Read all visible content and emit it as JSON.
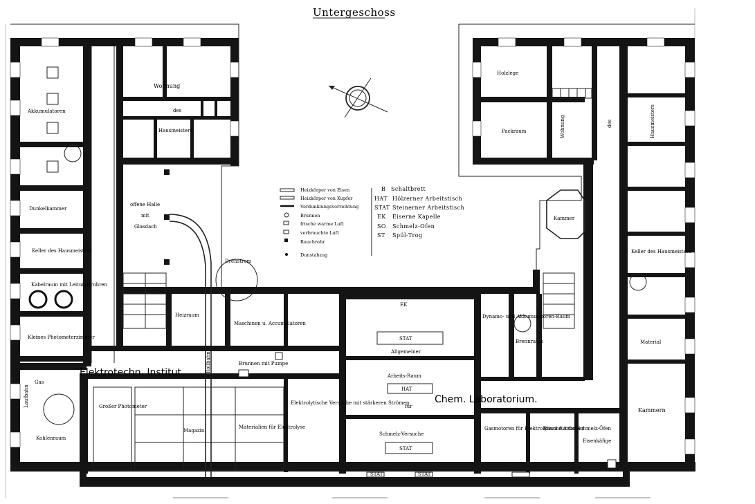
{
  "title": "Untergeschoss",
  "wings": {
    "west": "Elektrotechn. Institut.",
    "east": "Chem. Laboratorium."
  },
  "rooms": {
    "akkumulatoren": "Akkumulatoren",
    "dunkelkammer": "Dunkelkammer",
    "keller_west": "Keller des Hausmeisters",
    "kabelraum": "Kabelraum mit Leitungsrohren",
    "kleines_photometer": "Kleines Photometerzimmer",
    "wohnung_west": "Wohnung",
    "des_west": "des",
    "hausmeisters_west": "Hausmeisters",
    "offene_halle": "offene Halle",
    "mit": "mit",
    "glasdach": "Glasdach",
    "drehstrom": "Drehstrom",
    "rollbahn": "Rollbahn",
    "heizraum": "Heizraum",
    "maschinen": "Maschinen u. Accumulatoren",
    "brunnen_pumpe": "Brunnen mit Pumpe",
    "grosser_photometer": "Großer Photometer",
    "laufbahn": "Laufbahn",
    "gas": "Gas",
    "kohlenraum": "Kohlenraum",
    "magazin": "Magazin",
    "materialien": "Materialien für Elektrolyse",
    "elektrolytische": "Elektrolytische Versuche mit stärkeren Strömen",
    "holzlege": "Holzlege",
    "packraum": "Packraum",
    "wohnung_east": "Wohnung",
    "des_east": "des",
    "hausmeisters_east": "Hausmeisters",
    "kammer": "Kammer",
    "keller_east": "Keller des Hausmeisters",
    "dynamo": "Dynamo- und Akkumulatoren-Raum",
    "brennraum": "Brennraum",
    "material": "Material",
    "kammern": "Kammern",
    "allgemeiner": "Allgemeiner",
    "arbeitsraum": "Arbeits-Raum",
    "fuer": "für",
    "schmelz": "Schmelz-Versuche",
    "raum_schmelz": "Raum für die Schmelz-Öfen",
    "gasmotoren": "Gasmotoren für Elektrolytische Arbeiten",
    "eisenkaefige": "Eisenkäfige",
    "ek": "EK",
    "stat1": "STAT",
    "hat": "HAT",
    "stat2": "STAT",
    "stat3": "STAT",
    "stat4": "STAT"
  },
  "legend": {
    "symbols": [
      "Heizkörper von Eisen",
      "Heizkörper von Kupfer",
      "Verdunklungsvorrichtung",
      "Brunnen",
      "frische warme Luft",
      "verbrauchte Luft",
      "Rauchrohr",
      "Dunstabzug"
    ],
    "abbreviations": [
      {
        "code": "B",
        "text": "Schaltbrett"
      },
      {
        "code": "HAT",
        "text": "Hölzerner Arbeitstisch"
      },
      {
        "code": "STAT",
        "text": "Steinerner Arbeitstisch"
      },
      {
        "code": "EK",
        "text": "Eiserne Kapelle"
      },
      {
        "code": "SO",
        "text": "Schmelz-Ofen"
      },
      {
        "code": "ST",
        "text": "Spül-Trog"
      }
    ]
  }
}
